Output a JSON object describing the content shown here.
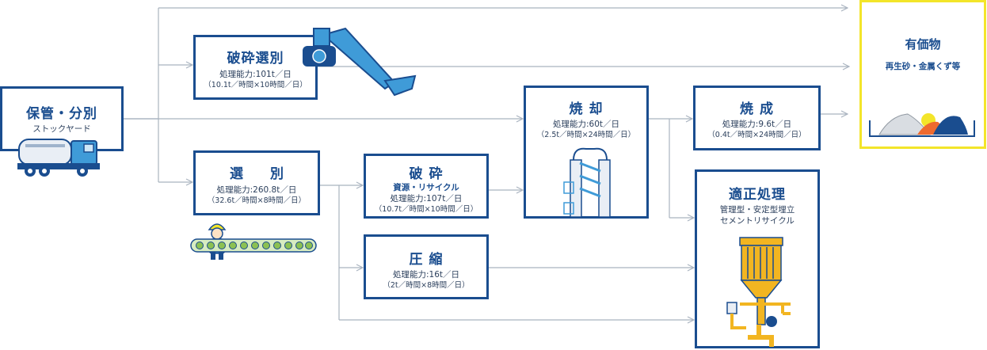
{
  "storage": {
    "title": "保管・分別",
    "subtitle": "ストックヤード"
  },
  "crushing_sorting": {
    "title": "破砕選別",
    "capacity": "処理能力:101t／日",
    "detail": "（10.1t／時間×10時間／日）"
  },
  "sorting": {
    "title": "選 別",
    "capacity": "処理能力:260.8t／日",
    "detail": "（32.6t／時間×8時間／日）"
  },
  "crushing": {
    "title": "破 砕",
    "tag": "資源・リサイクル",
    "capacity": "処理能力:107t／日",
    "detail": "（10.7t／時間×10時間／日）"
  },
  "compression": {
    "title": "圧 縮",
    "capacity": "処理能力:16t／日",
    "detail": "（2t／時間×8時間／日）"
  },
  "incineration": {
    "title": "焼 却",
    "capacity": "処理能力:60t／日",
    "detail": "（2.5t／時間×24時間／日）"
  },
  "firing": {
    "title": "焼 成",
    "capacity": "処理能力:9.6t／日",
    "detail": "（0.4t／時間×24時間／日）"
  },
  "proper_treatment": {
    "title": "適正処理",
    "line1": "管理型・安定型埋立",
    "line2": "セメントリサイクル"
  },
  "valuables": {
    "title": "有価物",
    "subtitle": "再生砂・金属くず等"
  },
  "colors": {
    "box_border": "#1a4d8f",
    "line": "#a9b3bf",
    "highlight": "#f3e52a",
    "machine_blue": "#3f9bd8",
    "machine_yellow": "#f2b521"
  },
  "icons": [
    "truck-icon",
    "crusher-machine-icon",
    "worker-icon",
    "conveyor-icon",
    "incinerator-icon",
    "separator-machine-icon",
    "material-piles-icon"
  ]
}
